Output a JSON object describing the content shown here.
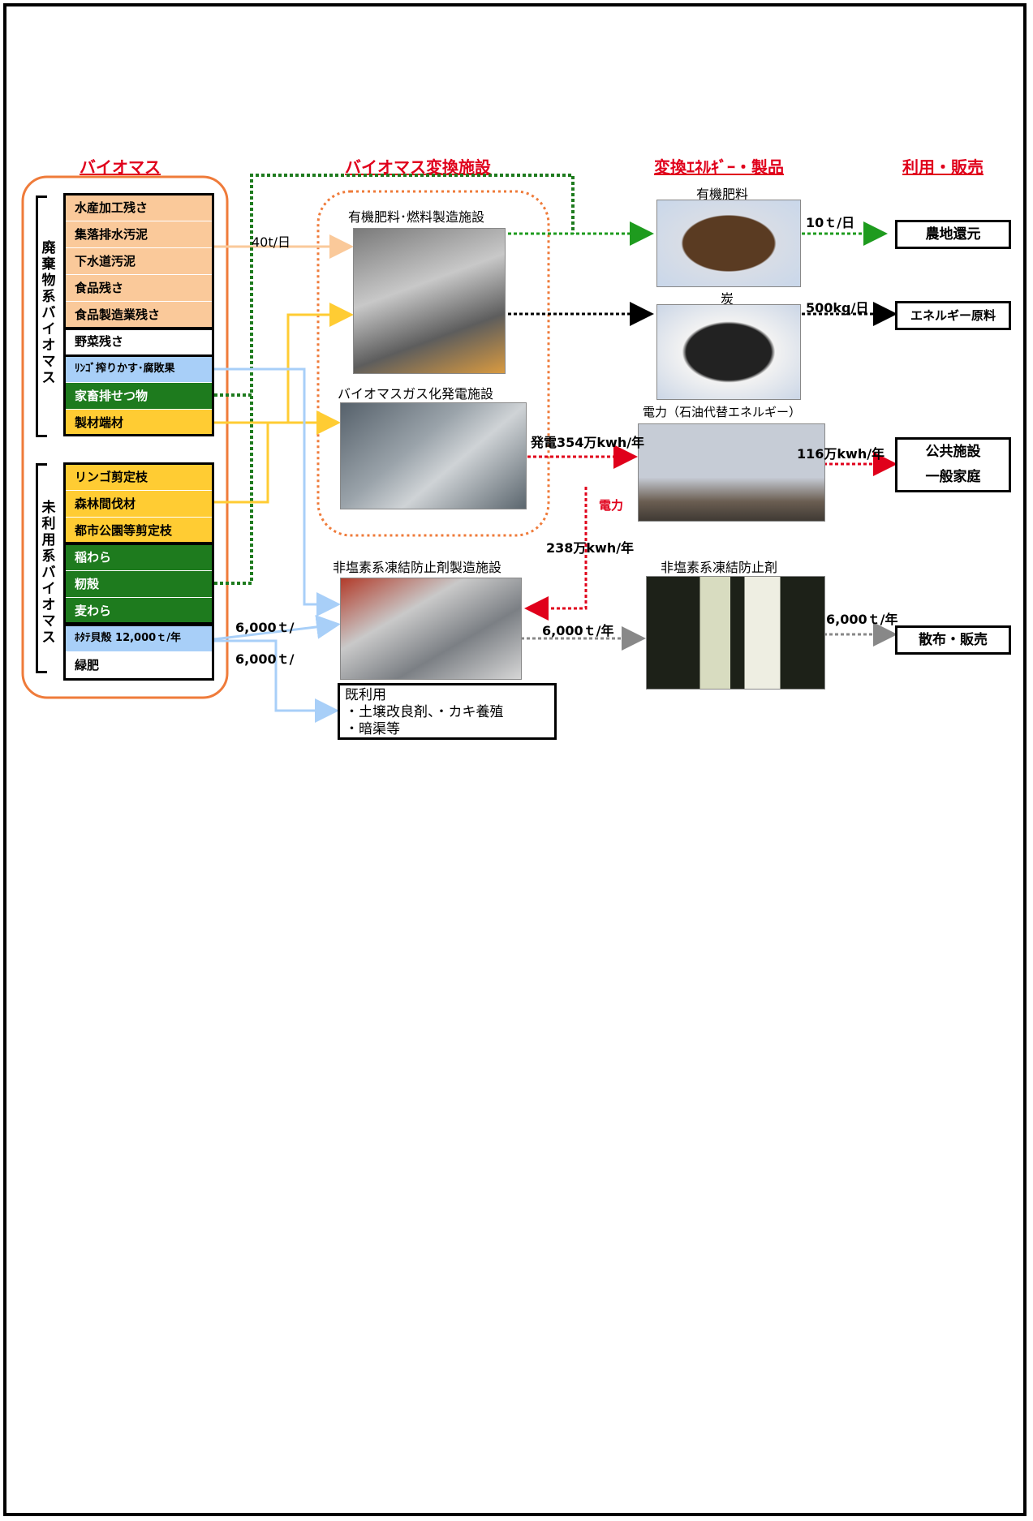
{
  "headers": {
    "biomass": "バイオマス",
    "conversion": "バイオマス変換施設",
    "energy_products": "変換ｴﾈﾙｷﾞｰ・製品",
    "use_sales": "利用・販売"
  },
  "categories": {
    "waste": "廃棄物系バイオマス",
    "unused": "未利用系バイオマス"
  },
  "biomass_items": [
    {
      "label": "水産加工残さ"
    },
    {
      "label": "集落排水汚泥"
    },
    {
      "label": "下水道汚泥"
    },
    {
      "label": "食品残さ"
    },
    {
      "label": "食品製造業残さ"
    },
    {
      "label": "野菜残さ"
    },
    {
      "label": "ﾘﾝｺﾞ搾りかす･腐敗果"
    },
    {
      "label": "家畜排せつ物"
    },
    {
      "label": "製材端材"
    },
    {
      "label": "リンゴ剪定枝"
    },
    {
      "label": "森林間伐材"
    },
    {
      "label": "都市公園等剪定枝"
    },
    {
      "label": "稲わら"
    },
    {
      "label": "籾殻"
    },
    {
      "label": "麦わら"
    },
    {
      "label": "ﾎﾀﾃ貝殻 12,000ｔ/年"
    },
    {
      "label": "緑肥"
    }
  ],
  "facilities": {
    "fertilizer": "有機肥料･燃料製造施設",
    "gasification": "バイオマスガス化発電施設",
    "antifreeze_plant": "非塩素系凍結防止剤製造施設"
  },
  "products": {
    "fertilizer": "有機肥料",
    "charcoal": "炭",
    "power": "電力（石油代替エネルギー）",
    "antifreeze": "非塩素系凍結防止剤"
  },
  "flow_labels": {
    "input_40t": "40t/日",
    "fert_out": "10ｔ/日",
    "charcoal_out": "500kg/日",
    "generation": "発電354万kwh/年",
    "supply": "116万kwh/年",
    "power_word": "電力",
    "power_internal": "238万kwh/年",
    "shell_to_plant": "6,000ｔ/",
    "shell_existing": "6,000ｔ/",
    "antifreeze_out": "6,000ｔ/年",
    "antifreeze_sales": "6,000ｔ/年"
  },
  "destinations": {
    "farmland": "農地還元",
    "energy_material": "エネルギー原料",
    "public": "公共施設",
    "homes": "一般家庭",
    "spread_sales": "散布・販売"
  },
  "existing_use": {
    "title": "既利用",
    "line1": "・土壌改良剤、・カキ養殖",
    "line2": "・暗渠等"
  },
  "colors": {
    "header_red": "#e0001b",
    "group_outline": "#ef7b3a",
    "peach": "#fac99a",
    "blue": "#a8cff8",
    "green": "#1e7b1e",
    "yellow": "#ffcc33",
    "power_red": "#e0001b",
    "arrow_gray": "#888888"
  }
}
